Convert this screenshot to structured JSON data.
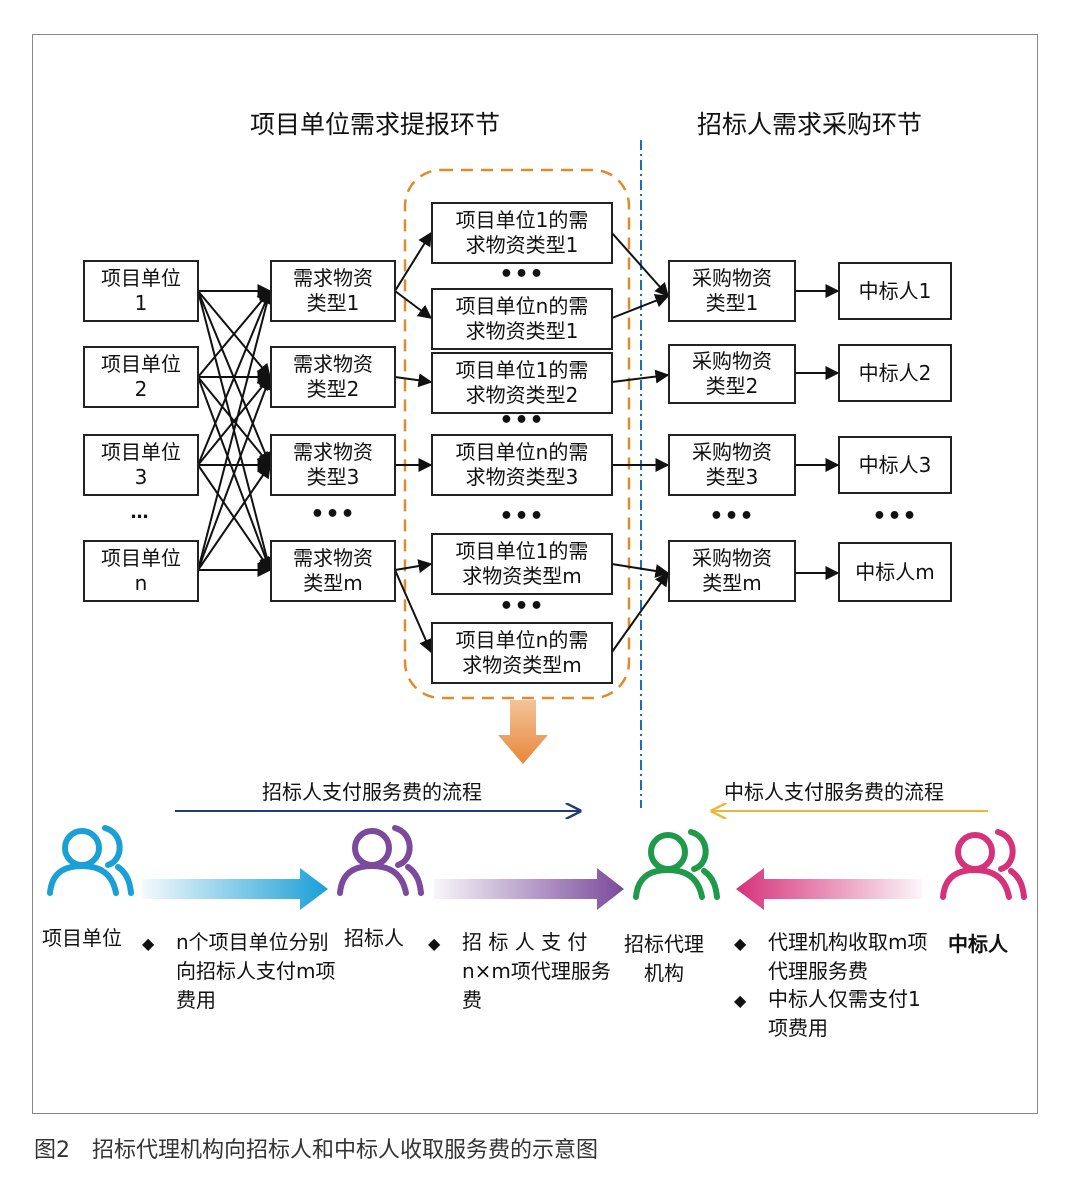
{
  "stage_titles": {
    "left": "项目单位需求提报环节",
    "right": "招标人需求采购环节"
  },
  "units": [
    "项目单位\n1",
    "项目单位\n2",
    "项目单位\n3",
    "项目单位\nn"
  ],
  "demand_types": [
    "需求物资\n类型1",
    "需求物资\n类型2",
    "需求物资\n类型3",
    "需求物资\n类型m"
  ],
  "unit_type_boxes": [
    "项目单位1的需\n求物资类型1",
    "项目单位n的需\n求物资类型1",
    "项目单位1的需\n求物资类型2",
    "项目单位n的需\n求物资类型3",
    "项目单位1的需\n求物资类型m",
    "项目单位n的需\n求物资类型m"
  ],
  "purchase_types": [
    "采购物资\n类型1",
    "采购物资\n类型2",
    "采购物资\n类型3",
    "采购物资\n类型m"
  ],
  "winners": [
    "中标人1",
    "中标人2",
    "中标人3",
    "中标人m"
  ],
  "ellipsis": "…",
  "ellipsis_bold": "•••",
  "flows": {
    "tenderer_flow": "招标人支付服务费的流程",
    "winner_flow": "中标人支付服务费的流程"
  },
  "actors": {
    "project_unit": "项目单位",
    "tenderer": "招标人",
    "agency": "招标代理\n机构",
    "winner": "中标人"
  },
  "descriptions": {
    "unit_pay": "n个项目单位分别向招标人支付m项费用",
    "tenderer_pay": "招 标 人 支 付 n×m项代理服务费",
    "agency_collect": "代理机构收取m项代理服务费",
    "winner_pay": "中标人仅需支付1项费用"
  },
  "bullet_symbol": "◆",
  "caption": "图2　招标代理机构向招标人和中标人收取服务费的示意图",
  "colors": {
    "project_unit": "#1a9fd6",
    "tenderer": "#7b4a9c",
    "agency": "#1e9a4a",
    "winner": "#d6327a",
    "dashed_group": "#e08a2c",
    "divider": "#1f6fb5",
    "tenderer_flow_arrow": "#1f3b7a",
    "winner_flow_arrow": "#e8b83a"
  },
  "icons": [
    "person-group-icon",
    "arrow-right-icon",
    "arrow-left-icon",
    "arrow-down-icon",
    "diamond-bullet-icon"
  ]
}
